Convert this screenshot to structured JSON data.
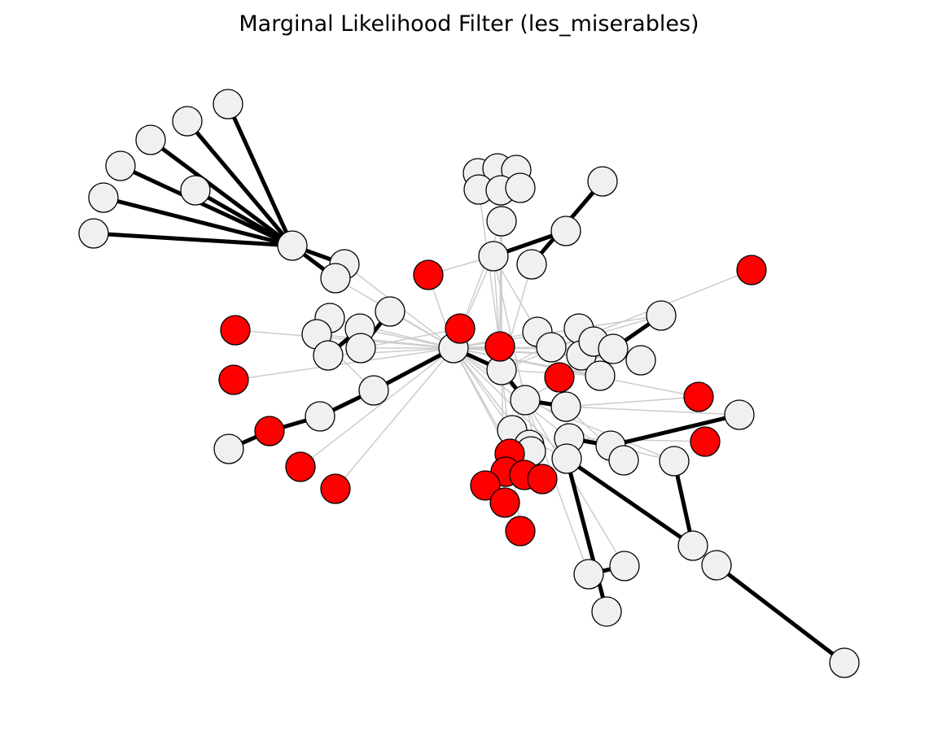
{
  "title": "Marginal Likelihood Filter (les_miserables)",
  "colors": {
    "node_default": "#f0f0f0",
    "node_highlight": "#ff0000",
    "edge_backbone": "#000000",
    "edge_other": "#cccccc"
  },
  "graph": {
    "dataset": "les_miserables",
    "filter": "Marginal Likelihood Filter"
  }
}
